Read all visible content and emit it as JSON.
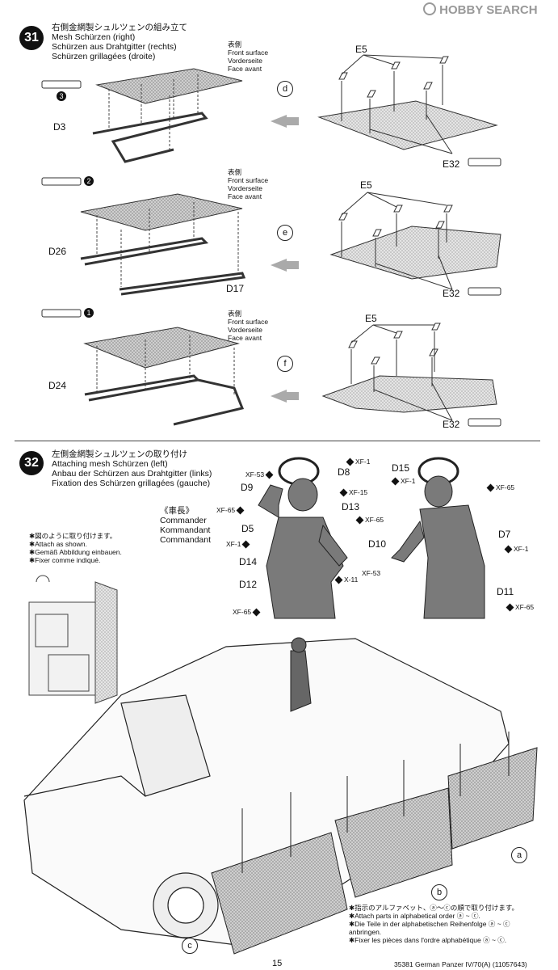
{
  "step31": {
    "number": "31",
    "title_jp": "右側金網製シュルツェンの組み立て",
    "title_en": "Mesh Schürzen (right)",
    "title_de": "Schürzen aus Drahtgitter (rechts)",
    "title_fr": "Schürzen grillagées (droite)",
    "front_jp": "表側",
    "front_en": "Front surface",
    "front_de": "Vorderseite",
    "front_fr": "Face avant",
    "parts": {
      "d3": "D3",
      "d26": "D26",
      "d17": "D17",
      "d24": "D24",
      "e5": "E5",
      "e32": "E32"
    },
    "letters": {
      "d": "d",
      "e": "e",
      "f": "f"
    },
    "counts": {
      "c3": "3",
      "c2": "2",
      "c1": "1"
    }
  },
  "step32": {
    "number": "32",
    "title_jp": "左側金網製シュルツェンの取り付け",
    "title_en": "Attaching mesh Schürzen (left)",
    "title_de": "Anbau der Schürzen aus Drahtgitter (links)",
    "title_fr": "Fixation des Schürzen grillagées (gauche)",
    "commander_jp": "《車長》",
    "commander_en": "Commander",
    "commander_de": "Kommandant",
    "commander_fr": "Commandant",
    "attach_jp": "✱図のように取り付けます。",
    "attach_en": "✱Attach as shown.",
    "attach_de": "✱Gemäß Abbildung einbauen.",
    "attach_fr": "✱Fixer comme indiqué.",
    "parts": {
      "d8": "D8",
      "d9": "D9",
      "d13": "D13",
      "d5": "D5",
      "d14": "D14",
      "d12": "D12",
      "d10": "D10",
      "d15": "D15",
      "d7": "D7",
      "d11": "D11"
    },
    "paints": {
      "xf1": "XF-1",
      "xf53": "XF-53",
      "xf15": "XF-15",
      "xf65": "XF-65",
      "x11": "X-11"
    },
    "letters": {
      "a": "a",
      "b": "b",
      "c": "c"
    },
    "order_jp": "✱指示のアルファベット、ⓐ〜ⓒの順で取り付けます。",
    "order_en": "✱Attach parts in alphabetical order ⓐ ~ ⓒ.",
    "order_de": "✱Die Teile in der alphabetischen Reihenfolge ⓐ ~ ⓒ anbringen.",
    "order_fr": "✱Fixer les pièces dans l'ordre alphabétique ⓐ ~ ⓒ."
  },
  "footer": {
    "page": "15",
    "code": "35381",
    "product": "German Panzer IV/70(A) (11057643)"
  },
  "watermark": "HOBBY SEARCH"
}
